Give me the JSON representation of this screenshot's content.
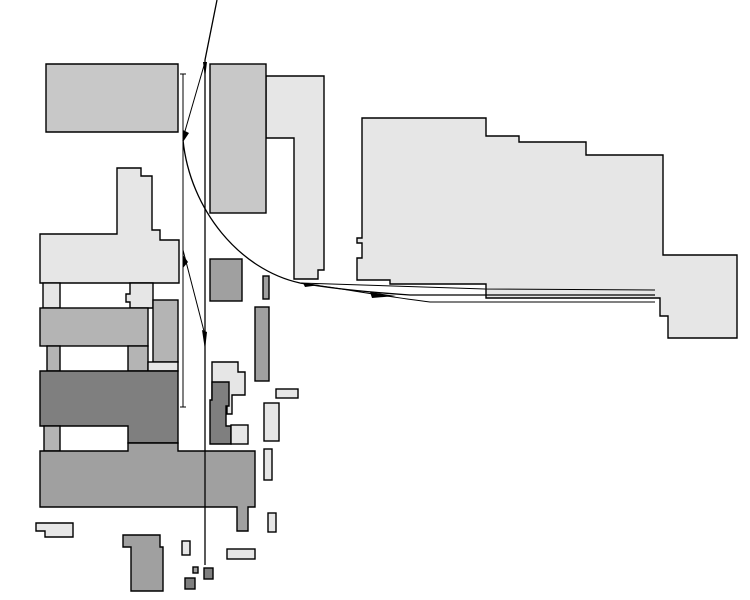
{
  "map": {
    "style": "site-plan",
    "background": "#ffffff",
    "outline_color": "#000000",
    "track_color": "#000000",
    "shades": {
      "darkest": "#7f7f7f",
      "dark": "#a0a0a0",
      "medium": "#b4b4b4",
      "light": "#c8c8c8",
      "lightest": "#e6e6e6"
    },
    "features": [
      "buildings",
      "rail-tracks",
      "sidings"
    ]
  }
}
